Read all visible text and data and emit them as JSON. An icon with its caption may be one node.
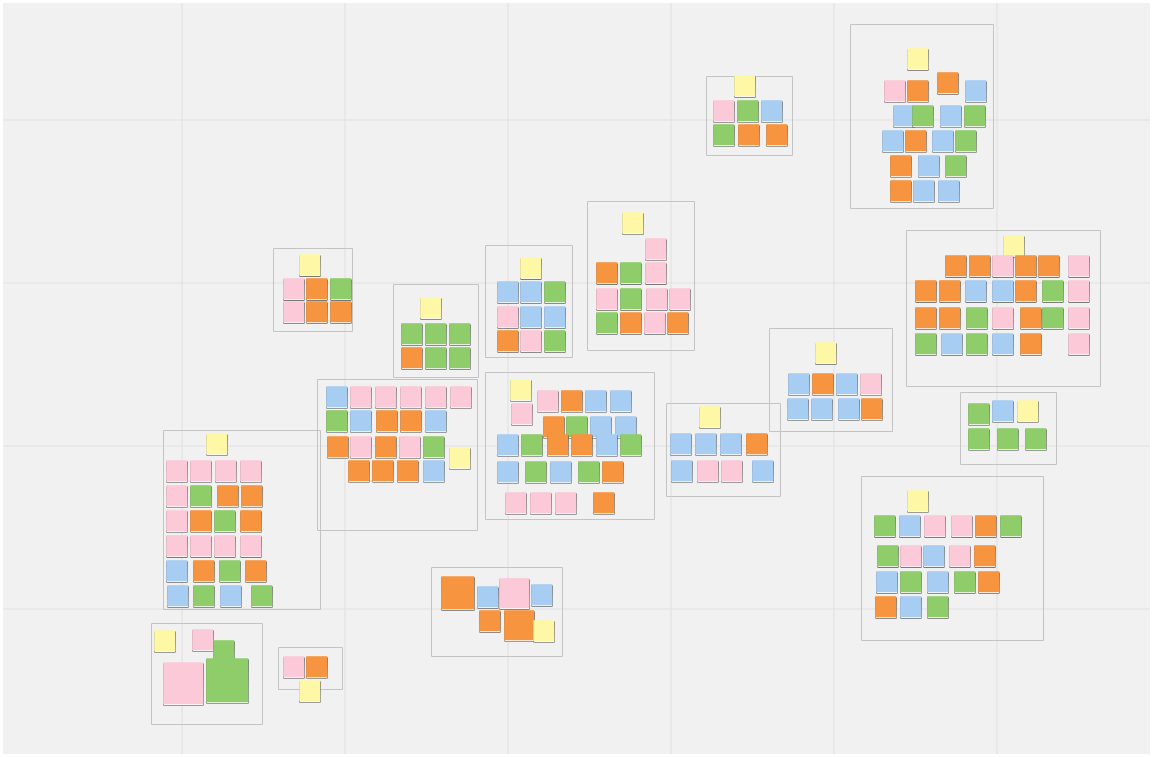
{
  "diagram": {
    "nodes": [
      {
        "text": [],
        "shape": "box"
      },
      {
        "text": [],
        "shape": "note",
        "in": 0
      },
      {
        "text": [],
        "shape": "note",
        "in": 0
      },
      {
        "text": [],
        "shape": "note",
        "in": 0
      },
      {
        "text": [],
        "shape": "note",
        "in": 0
      },
      {
        "text": [],
        "shape": "note",
        "in": 0
      },
      {
        "text": [],
        "shape": "note",
        "in": 0
      },
      {
        "text": [],
        "shape": "note",
        "in": 0
      },
      {
        "text": [],
        "shape": "box"
      },
      {
        "text": [],
        "shape": "note",
        "in": 8
      },
      {
        "text": [],
        "shape": "note",
        "in": 8
      },
      {
        "text": [],
        "shape": "note",
        "in": 8
      },
      {
        "text": [],
        "shape": "note",
        "in": 8
      },
      {
        "text": [],
        "shape": "note",
        "in": 8
      },
      {
        "text": [],
        "shape": "note",
        "in": 8
      },
      {
        "text": [],
        "shape": "note",
        "in": 8
      },
      {
        "text": [],
        "shape": "box"
      },
      {
        "text": [],
        "shape": "note",
        "in": 16
      },
      {
        "text": [],
        "shape": "note",
        "in": 16
      },
      {
        "text": [],
        "shape": "note",
        "in": 16
      },
      {
        "text": [],
        "shape": "note",
        "in": 16
      },
      {
        "text": [],
        "shape": "note",
        "in": 16
      },
      {
        "text": [],
        "shape": "note",
        "in": 16
      },
      {
        "text": [],
        "shape": "note",
        "in": 16
      },
      {
        "text": [],
        "shape": "note",
        "in": 16
      },
      {
        "text": [],
        "shape": "note",
        "in": 16
      },
      {
        "text": [],
        "shape": "note",
        "in": 16
      },
      {
        "text": [],
        "shape": "box"
      },
      {
        "text": [],
        "shape": "note",
        "in": 27
      },
      {
        "text": [],
        "shape": "note",
        "in": 27
      },
      {
        "text": [],
        "shape": "note",
        "in": 27
      },
      {
        "text": [],
        "shape": "note",
        "in": 27
      },
      {
        "text": [],
        "shape": "note",
        "in": 27
      },
      {
        "text": [],
        "shape": "note",
        "in": 27
      },
      {
        "text": [],
        "shape": "note",
        "in": 27
      },
      {
        "text": [],
        "shape": "note",
        "in": 27
      },
      {
        "text": [],
        "shape": "note",
        "in": 27
      },
      {
        "text": [],
        "shape": "note",
        "in": 27
      },
      {
        "text": [],
        "shape": "note",
        "in": 27
      },
      {
        "text": [],
        "shape": "note",
        "in": 27
      },
      {
        "text": [],
        "shape": "note",
        "in": 27
      },
      {
        "text": [],
        "shape": "box"
      },
      {
        "text": [],
        "shape": "note",
        "in": 41
      },
      {
        "text": [],
        "shape": "note",
        "in": 41
      },
      {
        "text": [],
        "shape": "note",
        "in": 41
      },
      {
        "text": [],
        "shape": "note",
        "in": 41
      },
      {
        "text": [],
        "shape": "note",
        "in": 41
      },
      {
        "text": [],
        "shape": "note",
        "in": 41
      },
      {
        "text": [],
        "shape": "note",
        "in": 41
      },
      {
        "text": [],
        "shape": "box"
      },
      {
        "text": [],
        "shape": "note",
        "in": 49
      },
      {
        "text": [],
        "shape": "note",
        "in": 49
      },
      {
        "text": [],
        "shape": "note",
        "in": 49
      },
      {
        "text": [],
        "shape": "note",
        "in": 49
      },
      {
        "text": [],
        "shape": "note",
        "in": 49
      },
      {
        "text": [],
        "shape": "note",
        "in": 49
      },
      {
        "text": [],
        "shape": "note",
        "in": 49
      },
      {
        "text": [],
        "shape": "note",
        "in": 49
      },
      {
        "text": [],
        "shape": "note",
        "in": 49
      },
      {
        "text": [],
        "shape": "note",
        "in": 49
      },
      {
        "text": [],
        "shape": "note",
        "in": 49
      },
      {
        "text": [],
        "shape": "note",
        "in": 49
      },
      {
        "text": [],
        "shape": "note",
        "in": 49
      },
      {
        "text": [],
        "shape": "note",
        "in": 49
      },
      {
        "text": [],
        "shape": "note",
        "in": 49
      },
      {
        "text": [],
        "shape": "note",
        "in": 49
      },
      {
        "text": [],
        "shape": "note",
        "in": 49
      },
      {
        "text": [],
        "shape": "note",
        "in": 49
      },
      {
        "text": [],
        "shape": "note",
        "in": 49
      },
      {
        "text": [],
        "shape": "box"
      },
      {
        "text": [],
        "shape": "note",
        "in": 69
      },
      {
        "text": [],
        "shape": "note",
        "in": 69
      },
      {
        "text": [],
        "shape": "note",
        "in": 69
      },
      {
        "text": [],
        "shape": "note",
        "in": 69
      },
      {
        "text": [],
        "shape": "note",
        "in": 69
      },
      {
        "text": [],
        "shape": "note",
        "in": 69
      },
      {
        "text": [],
        "shape": "note",
        "in": 69
      },
      {
        "text": [],
        "shape": "note",
        "in": 69
      },
      {
        "text": [],
        "shape": "note",
        "in": 69
      },
      {
        "text": [],
        "shape": "note",
        "in": 69
      },
      {
        "text": [],
        "shape": "note",
        "in": 69
      },
      {
        "text": [],
        "shape": "note",
        "in": 69
      },
      {
        "text": [],
        "shape": "note",
        "in": 69
      },
      {
        "text": [],
        "shape": "note",
        "in": 69
      },
      {
        "text": [],
        "shape": "note",
        "in": 69
      },
      {
        "text": [],
        "shape": "note",
        "in": 69
      },
      {
        "text": [],
        "shape": "note",
        "in": 69
      },
      {
        "text": [],
        "shape": "note",
        "in": 69
      },
      {
        "text": [],
        "shape": "note",
        "in": 69
      },
      {
        "text": [],
        "shape": "note",
        "in": 69
      },
      {
        "text": [],
        "shape": "note",
        "in": 69
      },
      {
        "text": [],
        "shape": "note",
        "in": 69
      },
      {
        "text": [],
        "shape": "note",
        "in": 69
      },
      {
        "text": [],
        "shape": "note",
        "in": 69
      },
      {
        "text": [],
        "shape": "note",
        "in": 69
      },
      {
        "text": [],
        "shape": "note",
        "in": 69
      },
      {
        "text": [],
        "shape": "note",
        "in": 69
      },
      {
        "text": [],
        "shape": "box"
      },
      {
        "text": [],
        "shape": "note",
        "in": 97
      },
      {
        "text": [],
        "shape": "note",
        "in": 97
      },
      {
        "text": [],
        "shape": "note",
        "in": 97
      },
      {
        "text": [],
        "shape": "note",
        "in": 97
      },
      {
        "text": [],
        "shape": "note",
        "in": 97
      },
      {
        "text": [],
        "shape": "note",
        "in": 97
      },
      {
        "text": [],
        "shape": "note",
        "in": 97
      },
      {
        "text": [],
        "shape": "note",
        "in": 97
      },
      {
        "text": [],
        "shape": "note",
        "in": 97
      },
      {
        "text": [],
        "shape": "box"
      },
      {
        "text": [],
        "shape": "note",
        "in": 107
      },
      {
        "text": [],
        "shape": "note",
        "in": 107
      },
      {
        "text": [],
        "shape": "note",
        "in": 107
      },
      {
        "text": [],
        "shape": "note",
        "in": 107
      },
      {
        "text": [],
        "shape": "note",
        "in": 107
      },
      {
        "text": [],
        "shape": "note",
        "in": 107
      },
      {
        "text": [],
        "shape": "note",
        "in": 107
      },
      {
        "text": [],
        "shape": "note",
        "in": 107
      },
      {
        "text": [],
        "shape": "note",
        "in": 107
      },
      {
        "text": [],
        "shape": "box"
      },
      {
        "text": [],
        "shape": "note",
        "in": 117
      },
      {
        "text": [],
        "shape": "note",
        "in": 117
      },
      {
        "text": [],
        "shape": "note",
        "in": 117
      },
      {
        "text": [],
        "shape": "note",
        "in": 117
      },
      {
        "text": [],
        "shape": "note",
        "in": 117
      },
      {
        "text": [],
        "shape": "note",
        "in": 117
      },
      {
        "text": [],
        "shape": "note",
        "in": 117
      },
      {
        "text": [],
        "shape": "note",
        "in": 117
      },
      {
        "text": [],
        "shape": "note",
        "in": 117
      },
      {
        "text": [],
        "shape": "note",
        "in": 117
      },
      {
        "text": [],
        "shape": "note",
        "in": 117
      },
      {
        "text": [],
        "shape": "note",
        "in": 117
      },
      {
        "text": [],
        "shape": "note",
        "in": 117
      },
      {
        "text": [],
        "shape": "note",
        "in": 117
      },
      {
        "text": [],
        "shape": "note",
        "in": 117
      },
      {
        "text": [],
        "shape": "note",
        "in": 117
      },
      {
        "text": [],
        "shape": "note",
        "in": 117
      },
      {
        "text": [],
        "shape": "note",
        "in": 117
      },
      {
        "text": [],
        "shape": "note",
        "in": 117
      },
      {
        "text": [],
        "shape": "note",
        "in": 117
      },
      {
        "text": [],
        "shape": "note",
        "in": 117
      },
      {
        "text": [],
        "shape": "box"
      },
      {
        "text": [],
        "shape": "note",
        "in": 139
      },
      {
        "text": [],
        "shape": "note",
        "in": 139
      },
      {
        "text": [],
        "shape": "note",
        "in": 139
      },
      {
        "text": [],
        "shape": "note",
        "in": 139
      },
      {
        "text": [],
        "shape": "note",
        "in": 139
      },
      {
        "text": [],
        "shape": "note",
        "in": 139
      },
      {
        "text": [],
        "shape": "note",
        "in": 139
      },
      {
        "text": [],
        "shape": "note",
        "in": 139
      },
      {
        "text": [],
        "shape": "note",
        "in": 139
      },
      {
        "text": [],
        "shape": "note",
        "in": 139
      },
      {
        "text": [],
        "shape": "note",
        "in": 139
      },
      {
        "text": [],
        "shape": "note",
        "in": 139
      },
      {
        "text": [],
        "shape": "note",
        "in": 139
      },
      {
        "text": [],
        "shape": "note",
        "in": 139
      },
      {
        "text": [],
        "shape": "note",
        "in": 139
      },
      {
        "text": [],
        "shape": "note",
        "in": 139
      },
      {
        "text": [],
        "shape": "note",
        "in": 139
      },
      {
        "text": [],
        "shape": "note",
        "in": 139
      },
      {
        "text": [],
        "shape": "note",
        "in": 139
      },
      {
        "text": [],
        "shape": "note",
        "in": 139
      },
      {
        "text": [],
        "shape": "note",
        "in": 139
      },
      {
        "text": [],
        "shape": "note",
        "in": 139
      },
      {
        "text": [],
        "shape": "note",
        "in": 139
      },
      {
        "text": [],
        "shape": "note",
        "in": 139
      },
      {
        "text": [],
        "shape": "note",
        "in": 139
      },
      {
        "text": [],
        "shape": "box"
      },
      {
        "text": [],
        "shape": "note",
        "in": 165
      },
      {
        "text": [],
        "shape": "note",
        "in": 165
      },
      {
        "text": [],
        "shape": "note",
        "in": 165
      },
      {
        "text": [],
        "shape": "note",
        "in": 165
      },
      {
        "text": [],
        "shape": "note",
        "in": 165
      },
      {
        "text": [],
        "shape": "note",
        "in": 165
      },
      {
        "text": [],
        "shape": "note",
        "in": 165
      },
      {
        "text": [],
        "shape": "note",
        "in": 165
      },
      {
        "text": [],
        "shape": "note",
        "in": 165
      },
      {
        "text": [],
        "shape": "note",
        "in": 165
      },
      {
        "text": [],
        "shape": "note",
        "in": 165
      },
      {
        "text": [],
        "shape": "note",
        "in": 165
      },
      {
        "text": [],
        "shape": "note",
        "in": 165
      },
      {
        "text": [],
        "shape": "note",
        "in": 165
      },
      {
        "text": [],
        "shape": "note",
        "in": 165
      },
      {
        "text": [],
        "shape": "note",
        "in": 165
      },
      {
        "text": [],
        "shape": "note",
        "in": 165
      },
      {
        "text": [],
        "shape": "note",
        "in": 165
      },
      {
        "text": [],
        "shape": "note",
        "in": 165
      },
      {
        "text": [],
        "shape": "note",
        "in": 165
      },
      {
        "text": [],
        "shape": "note",
        "in": 165
      },
      {
        "text": [],
        "shape": "note",
        "in": 165
      },
      {
        "text": [],
        "shape": "note",
        "in": 165
      },
      {
        "text": [],
        "shape": "note",
        "in": 165
      },
      {
        "text": [],
        "shape": "note",
        "in": 165
      },
      {
        "text": [],
        "shape": "box"
      },
      {
        "text": [],
        "shape": "note",
        "in": 191
      },
      {
        "text": [],
        "shape": "note",
        "in": 191
      },
      {
        "text": [],
        "shape": "note",
        "in": 191
      },
      {
        "text": [],
        "shape": "note",
        "in": 191
      },
      {
        "text": [],
        "shape": "note",
        "in": 191
      },
      {
        "text": [],
        "shape": "box"
      },
      {
        "text": [],
        "shape": "note",
        "in": 197
      },
      {
        "text": [],
        "shape": "note",
        "in": 197
      },
      {
        "text": [],
        "shape": "note"
      },
      {
        "text": [],
        "shape": "box"
      },
      {
        "text": [],
        "shape": "note",
        "in": 201
      },
      {
        "text": [],
        "shape": "note",
        "in": 201
      },
      {
        "text": [],
        "shape": "note",
        "in": 201
      },
      {
        "text": [],
        "shape": "note",
        "in": 201
      },
      {
        "text": [],
        "shape": "note",
        "in": 201
      },
      {
        "text": [],
        "shape": "note",
        "in": 201
      },
      {
        "text": [],
        "shape": "note",
        "in": 201
      },
      {
        "text": [],
        "shape": "box"
      },
      {
        "text": [],
        "shape": "note",
        "in": 209
      },
      {
        "text": [],
        "shape": "note",
        "in": 209
      },
      {
        "text": [],
        "shape": "note",
        "in": 209
      },
      {
        "text": [],
        "shape": "note",
        "in": 209
      },
      {
        "text": [],
        "shape": "note",
        "in": 209
      },
      {
        "text": [],
        "shape": "note",
        "in": 209
      },
      {
        "text": [],
        "shape": "box"
      },
      {
        "text": [],
        "shape": "note",
        "in": 216
      },
      {
        "text": [],
        "shape": "note",
        "in": 216
      },
      {
        "text": [],
        "shape": "note",
        "in": 216
      },
      {
        "text": [],
        "shape": "note",
        "in": 216
      },
      {
        "text": [],
        "shape": "note",
        "in": 216
      },
      {
        "text": [],
        "shape": "note",
        "in": 216
      },
      {
        "text": [],
        "shape": "note",
        "in": 216
      },
      {
        "text": [],
        "shape": "note",
        "in": 216
      },
      {
        "text": [],
        "shape": "note",
        "in": 216
      },
      {
        "text": [],
        "shape": "note",
        "in": 216
      },
      {
        "text": [],
        "shape": "note",
        "in": 216
      },
      {
        "text": [],
        "shape": "note",
        "in": 216
      },
      {
        "text": [],
        "shape": "note",
        "in": 216
      },
      {
        "text": [],
        "shape": "note",
        "in": 216
      },
      {
        "text": [],
        "shape": "note",
        "in": 216
      },
      {
        "text": [],
        "shape": "note",
        "in": 216
      },
      {
        "text": [],
        "shape": "note",
        "in": 216
      },
      {
        "text": [],
        "shape": "note",
        "in": 216
      },
      {
        "text": [],
        "shape": "note",
        "in": 216
      },
      {
        "text": [],
        "shape": "note",
        "in": 216
      }
    ]
  }
}
